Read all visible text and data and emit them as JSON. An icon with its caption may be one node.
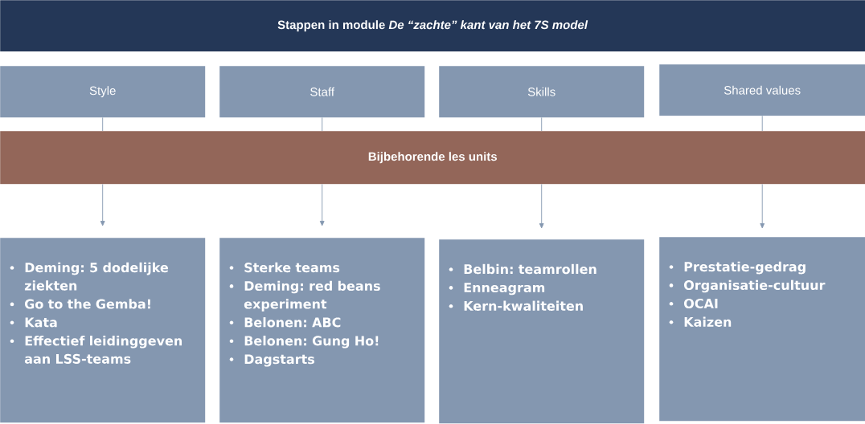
{
  "diagram": {
    "nodes": [
      {
        "text": [
          "Stappen in module *De “zachte” kant van het 7S model*"
        ]
      },
      {
        "text": [
          "Style"
        ]
      },
      {
        "text": [
          "Staff"
        ]
      },
      {
        "text": [
          "Skills"
        ]
      },
      {
        "text": [
          "Shared values"
        ]
      },
      {
        "text": [
          "Bijbehorende les units"
        ]
      },
      {
        "text": [
          "Deming: 5 dodelijke ziekten",
          "Go to the Gemba!",
          "Kata",
          "Effectief leidinggeven aan LSS-teams"
        ]
      },
      {
        "text": [
          "Sterke teams",
          "Deming: red beans experiment",
          "Belonen: ABC",
          "Belonen: Gung Ho!",
          "Dagstarts"
        ]
      },
      {
        "text": [
          "Belbin: teamrollen",
          "Enneagram",
          "Kern-kwaliteiten"
        ]
      },
      {
        "text": [
          "Prestatie-gedrag",
          "Organisatie-cultuur",
          "OCAI",
          "Kaizen"
        ]
      }
    ],
    "edges": [
      {
        "from": 1,
        "to": 5,
        "arrow": "none"
      },
      {
        "from": 5,
        "to": 6,
        "arrow": "to"
      },
      {
        "from": 2,
        "to": 5,
        "arrow": "none"
      },
      {
        "from": 5,
        "to": 7,
        "arrow": "to"
      },
      {
        "from": 3,
        "to": 5,
        "arrow": "none"
      },
      {
        "from": 5,
        "to": 8,
        "arrow": "to"
      },
      {
        "from": 4,
        "to": 5,
        "arrow": "none"
      },
      {
        "from": 5,
        "to": 9,
        "arrow": "to"
      }
    ]
  }
}
